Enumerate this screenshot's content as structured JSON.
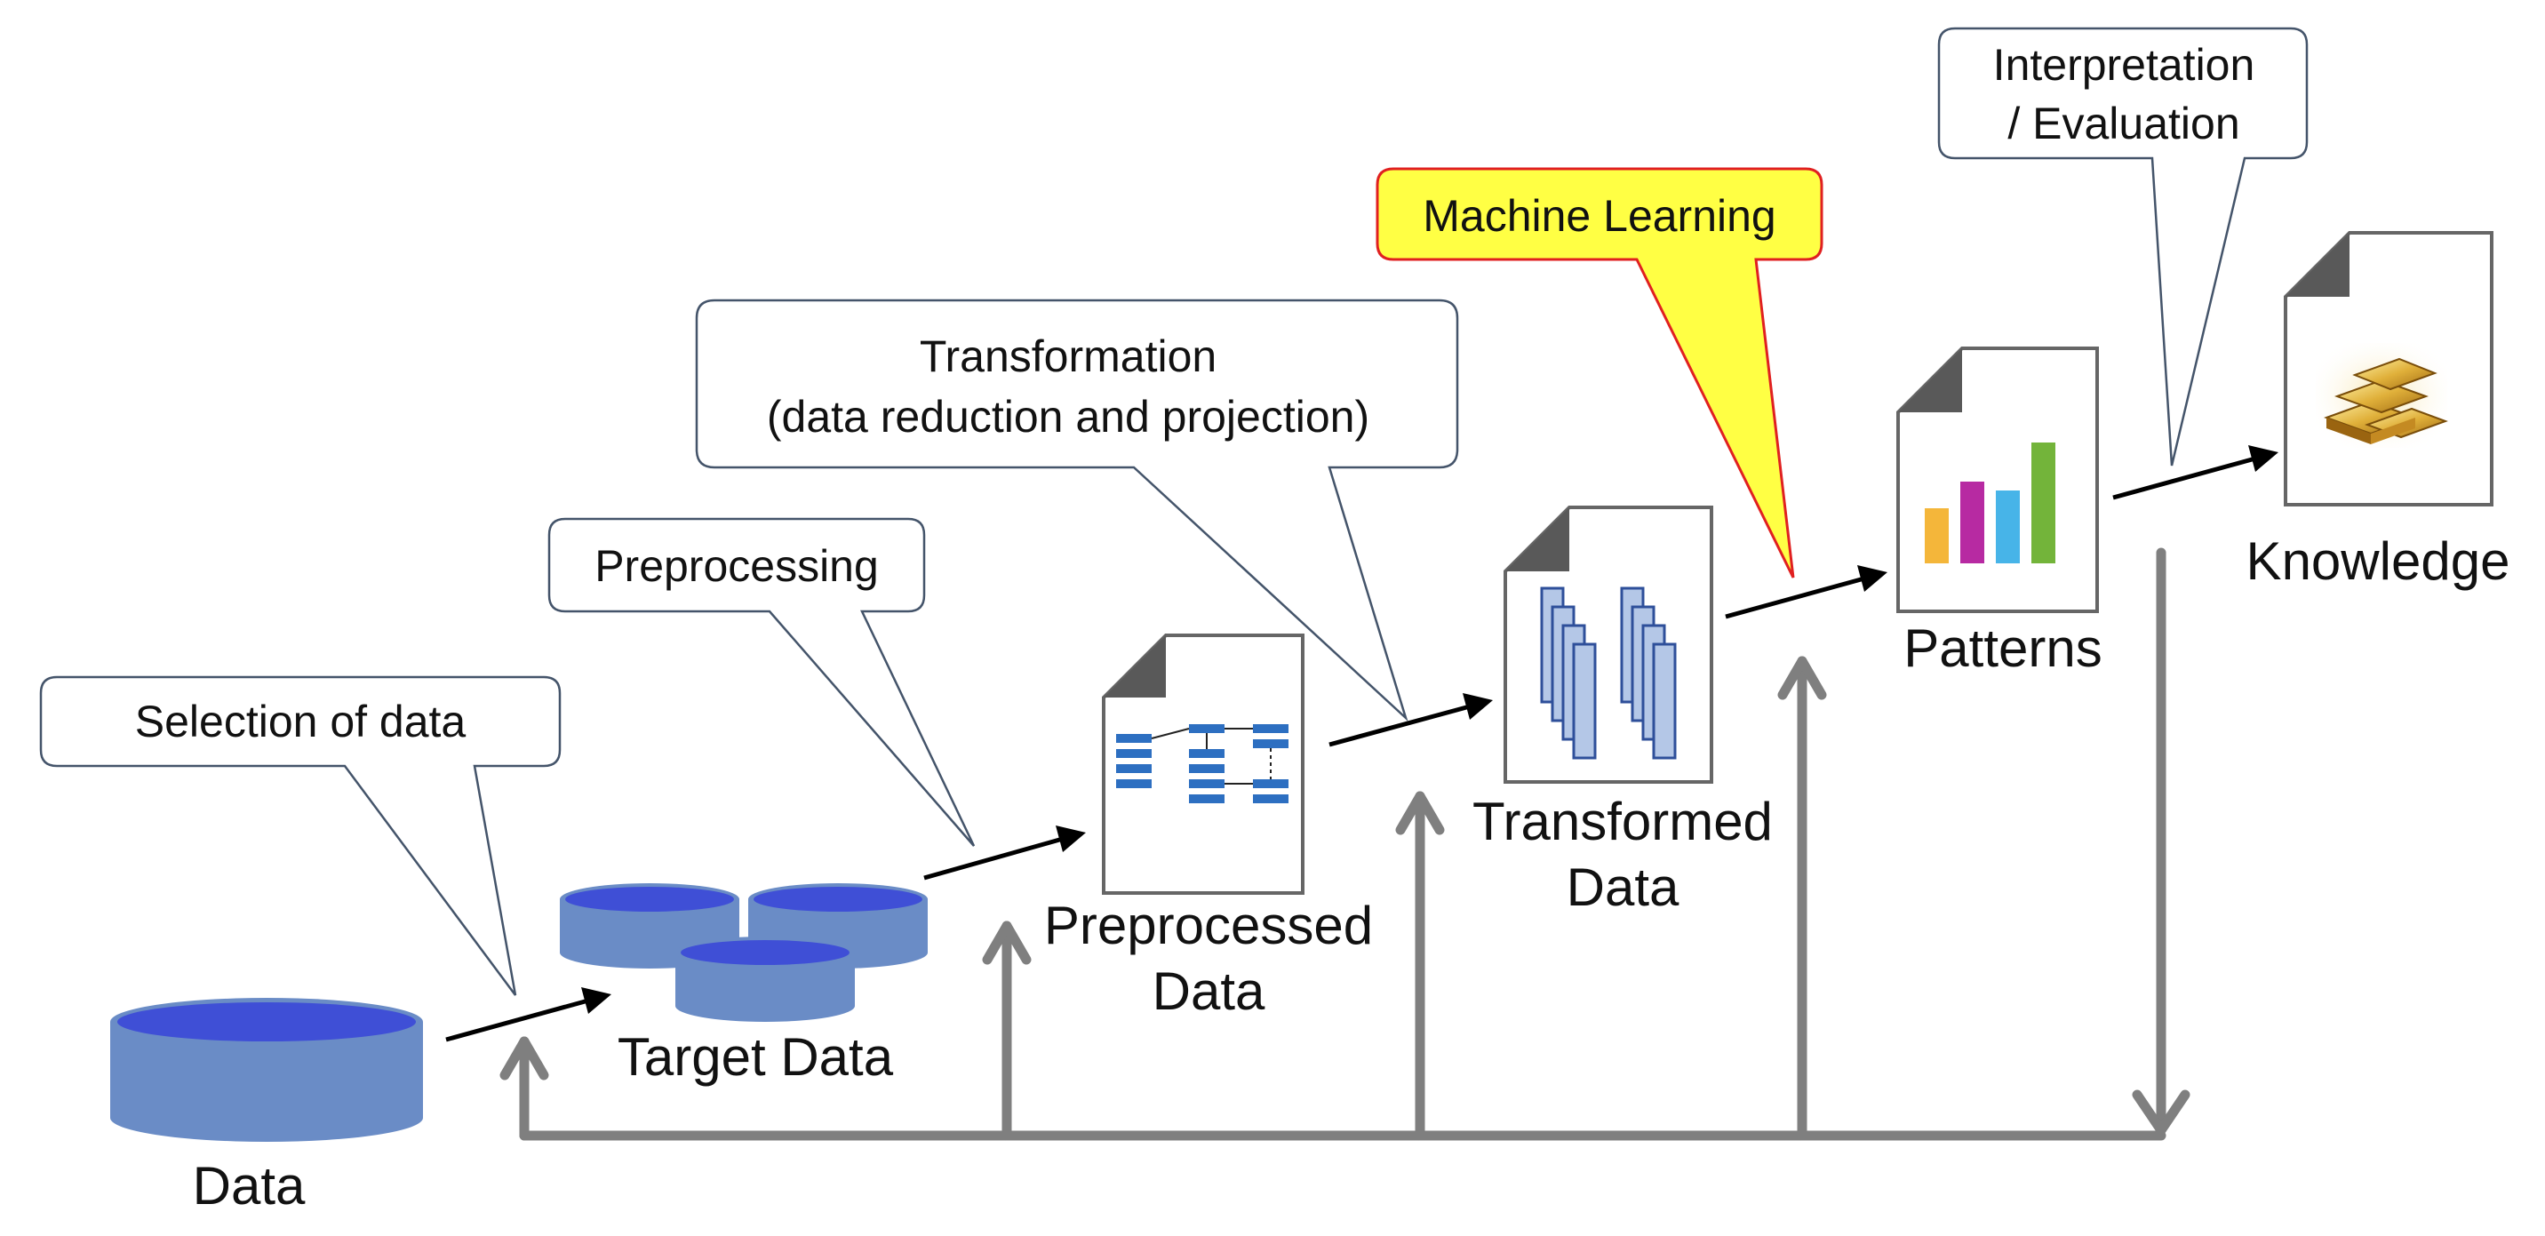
{
  "callouts": {
    "selection": "Selection of data",
    "preprocessing": "Preprocessing",
    "transformation_line1": "Transformation",
    "transformation_line2": "(data reduction and projection)",
    "machine_learning": "Machine Learning",
    "interpretation_line1": "Interpretation",
    "interpretation_line2": "/ Evaluation"
  },
  "labels": {
    "data": "Data",
    "target_data": "Target Data",
    "preprocessed_line1": "Preprocessed",
    "preprocessed_line2": "Data",
    "transformed_line1": "Transformed",
    "transformed_line2": "Data",
    "patterns": "Patterns",
    "knowledge": "Knowledge"
  },
  "colors": {
    "cylinder_body": "#6a8cc6",
    "cylinder_top": "#3f4fd6",
    "highlight_callout": "#ffff44",
    "highlight_border": "#e02020",
    "feedback_arrow": "#7f7f7f",
    "doc_blue": "#2d6fc1",
    "panel_fill": "#b4c7e7",
    "panel_stroke": "#2e4f9a",
    "bar_colors": [
      "#f4b63a",
      "#b72aa2",
      "#47b4e8",
      "#73b43a"
    ]
  },
  "icons": {
    "patterns_chart": "bar-chart-icon",
    "knowledge_image": "gold-bars-icon"
  }
}
